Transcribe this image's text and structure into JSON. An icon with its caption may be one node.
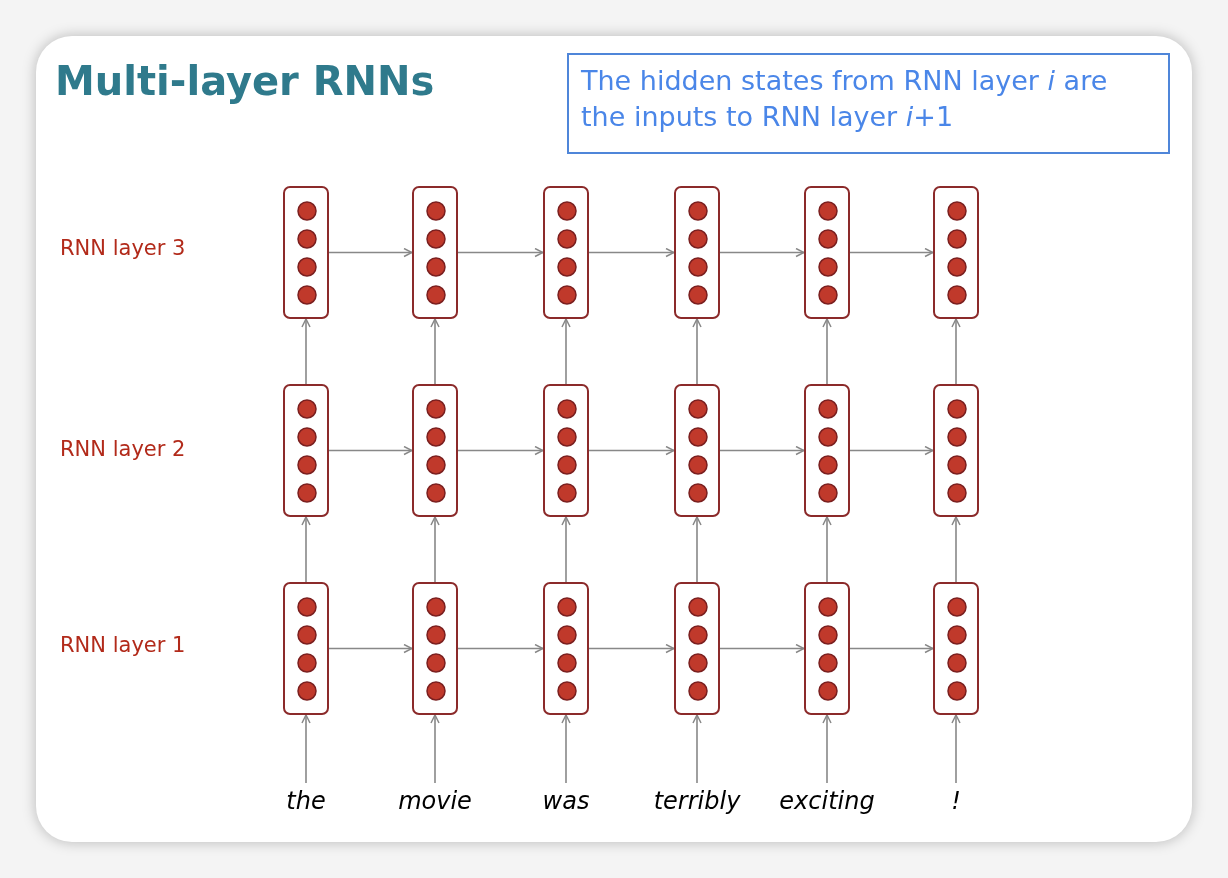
{
  "diagram": {
    "title": "Multi-layer RNNs",
    "nodes": [
      {
        "text": [
          "The hidden states from RNN layer *i* are the inputs to RNN layer *i*+1"
        ]
      },
      {
        "text": [],
        "shape": "box"
      },
      {
        "text": [],
        "shape": "box"
      },
      {
        "text": [],
        "shape": "box"
      },
      {
        "text": [],
        "shape": "box"
      },
      {
        "text": [],
        "shape": "box"
      },
      {
        "text": [],
        "shape": "box"
      },
      {
        "text": [],
        "shape": "box"
      },
      {
        "text": [],
        "shape": "box"
      },
      {
        "text": [],
        "shape": "box"
      },
      {
        "text": [],
        "shape": "box"
      },
      {
        "text": [],
        "shape": "box"
      },
      {
        "text": [],
        "shape": "box"
      },
      {
        "text": [],
        "shape": "box"
      },
      {
        "text": [],
        "shape": "box"
      },
      {
        "text": [],
        "shape": "box"
      },
      {
        "text": [],
        "shape": "box"
      },
      {
        "text": [],
        "shape": "box"
      },
      {
        "text": [],
        "shape": "box"
      },
      {
        "text": [
          "the"
        ]
      },
      {
        "text": [
          "movie"
        ]
      },
      {
        "text": [
          "was"
        ]
      },
      {
        "text": [
          "terribly"
        ]
      },
      {
        "text": [
          "exciting"
        ]
      },
      {
        "text": [
          "!"
        ]
      }
    ],
    "edges": [
      {
        "from": 1,
        "to": 2,
        "arrow": "to"
      },
      {
        "from": 2,
        "to": 3,
        "arrow": "to"
      },
      {
        "from": 3,
        "to": 4,
        "arrow": "to"
      },
      {
        "from": 4,
        "to": 5,
        "arrow": "to"
      },
      {
        "from": 5,
        "to": 6,
        "arrow": "to"
      },
      {
        "from": 7,
        "to": 8,
        "arrow": "to"
      },
      {
        "from": 8,
        "to": 9,
        "arrow": "to"
      },
      {
        "from": 9,
        "to": 10,
        "arrow": "to"
      },
      {
        "from": 10,
        "to": 11,
        "arrow": "to"
      },
      {
        "from": 11,
        "to": 12,
        "arrow": "to"
      },
      {
        "from": 13,
        "to": 14,
        "arrow": "to"
      },
      {
        "from": 14,
        "to": 15,
        "arrow": "to"
      },
      {
        "from": 15,
        "to": 16,
        "arrow": "to"
      },
      {
        "from": 16,
        "to": 17,
        "arrow": "to"
      },
      {
        "from": 17,
        "to": 18,
        "arrow": "to"
      },
      {
        "from": 7,
        "to": 1,
        "arrow": "to"
      },
      {
        "from": 8,
        "to": 2,
        "arrow": "to"
      },
      {
        "from": 9,
        "to": 3,
        "arrow": "to"
      },
      {
        "from": 10,
        "to": 4,
        "arrow": "to"
      },
      {
        "from": 11,
        "to": 5,
        "arrow": "to"
      },
      {
        "from": 12,
        "to": 6,
        "arrow": "to"
      },
      {
        "from": 13,
        "to": 7,
        "arrow": "to"
      },
      {
        "from": 14,
        "to": 8,
        "arrow": "to"
      },
      {
        "from": 15,
        "to": 9,
        "arrow": "to"
      },
      {
        "from": 16,
        "to": 10,
        "arrow": "to"
      },
      {
        "from": 17,
        "to": 11,
        "arrow": "to"
      },
      {
        "from": 18,
        "to": 12,
        "arrow": "to"
      },
      {
        "from": 19,
        "to": 13,
        "arrow": "to"
      },
      {
        "from": 20,
        "to": 14,
        "arrow": "to"
      },
      {
        "from": 21,
        "to": 15,
        "arrow": "to"
      },
      {
        "from": 22,
        "to": 16,
        "arrow": "to"
      },
      {
        "from": 23,
        "to": 17,
        "arrow": "to"
      },
      {
        "from": 24,
        "to": 18,
        "arrow": "to"
      }
    ],
    "labels": [
      "RNN layer 3",
      "RNN layer 2",
      "RNN layer 1"
    ]
  }
}
